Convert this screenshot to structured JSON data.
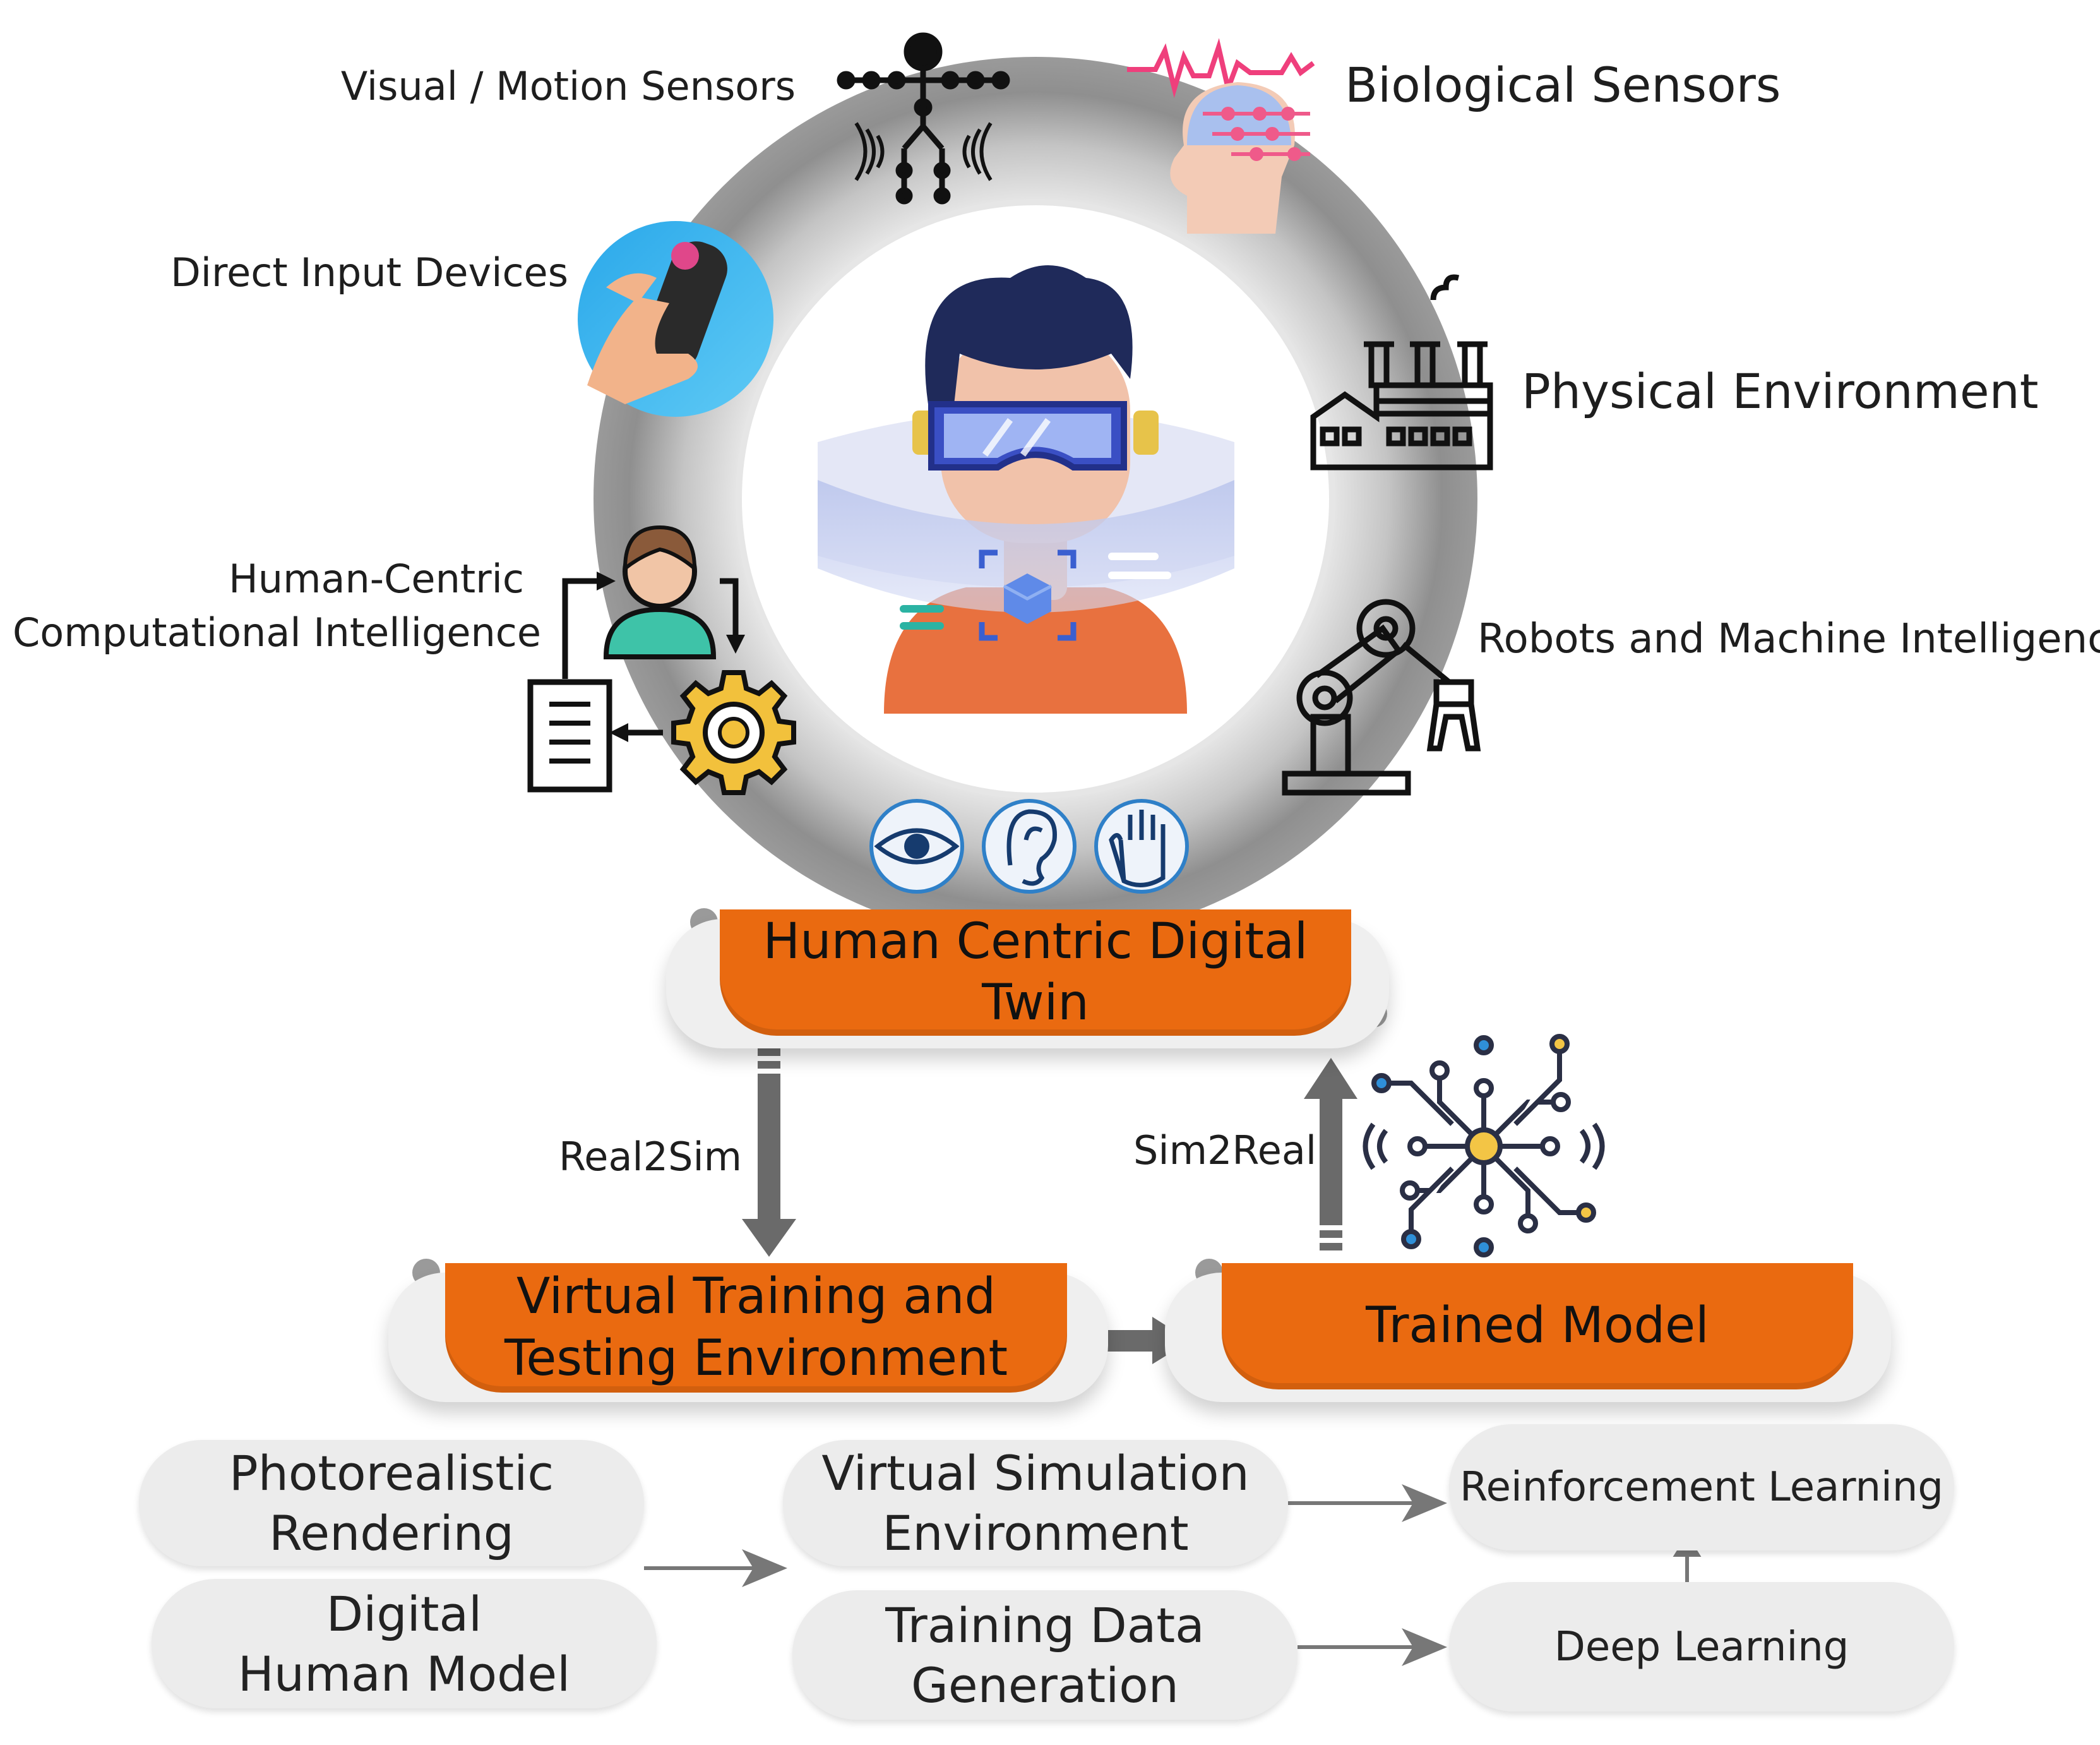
{
  "sensors": {
    "visual_motion": "Visual / Motion Sensors",
    "biological": "Biological Sensors",
    "direct_input": "Direct Input Devices",
    "physical_env": "Physical Environment",
    "hcci_line1": "Human-Centric",
    "hcci_line2": "Computational Intelligence",
    "robots": "Robots and Machine Intelligence"
  },
  "banners": {
    "hcdt": "Human Centric Digital Twin",
    "vtte_line1": "Virtual Training and",
    "vtte_line2": "Testing Environment",
    "trained": "Trained Model"
  },
  "arrows": {
    "real2sim": "Real2Sim",
    "sim2real": "Sim2Real"
  },
  "pills": {
    "photo_line1": "Photorealistic",
    "photo_line2": "Rendering",
    "dhm_line1": "Digital",
    "dhm_line2": "Human Model",
    "vse_line1": "Virtual Simulation",
    "vse_line2": "Environment",
    "tdg_line1": "Training Data",
    "tdg_line2": "Generation",
    "rl": "Reinforcement Learning",
    "dl": "Deep Learning"
  },
  "colors": {
    "banner_orange": "#ea6a10",
    "ring_gray": "#8c8c8c",
    "pill_gray": "#ececec",
    "arrow_gray": "#6e6e6e",
    "icon_blue": "#2f80c8"
  }
}
